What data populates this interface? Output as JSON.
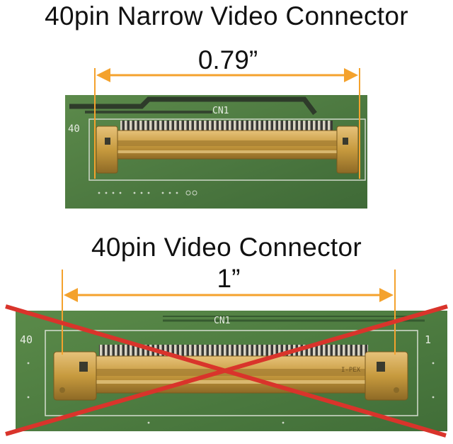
{
  "top_section": {
    "title": "40pin Narrow Video Connector",
    "dimension": "0.79”",
    "pcb_label": "CN1",
    "pin_label": "40"
  },
  "bottom_section": {
    "title": "40pin Video Connector",
    "dimension": "1”",
    "pcb_label": "CN1",
    "pin_label_left": "40",
    "pin_label_right": "1",
    "connector_marking": "I-PEX",
    "crossed_out": true
  },
  "colors": {
    "dimension_line": "#f4a22d",
    "cross": "#d9342b",
    "pcb_green": "#4f7c43",
    "connector_gold": "#c79a3e"
  }
}
